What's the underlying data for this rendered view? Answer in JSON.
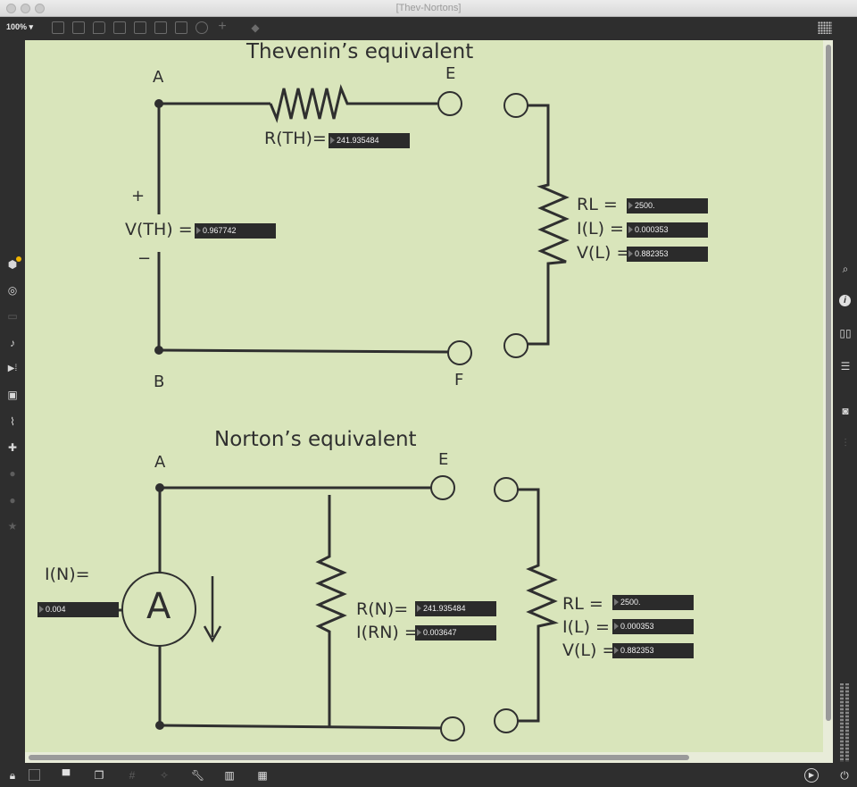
{
  "window": {
    "title": "[Thev-Nortons]"
  },
  "toolbar": {
    "zoom": "100%"
  },
  "thevenin": {
    "title": "Thevenin’s equivalent",
    "node_a": "A",
    "node_b": "B",
    "node_e": "E",
    "node_f": "F",
    "plus": "+",
    "minus": "−",
    "rth_label": "R(TH)=",
    "rth_value": "241.935484",
    "vth_label": "V(TH) =",
    "vth_value": "0.967742",
    "rl_label": "RL =",
    "rl_value": "2500.",
    "il_label": "I(L) =",
    "il_value": "0.000353",
    "vl_label": "V(L) =",
    "vl_value": "0.882353"
  },
  "norton": {
    "title": "Norton’s equivalent",
    "node_a": "A",
    "node_e": "E",
    "ammeter": "A",
    "in_label": "I(N)=",
    "in_value": "0.004",
    "rn_label": "R(N)=",
    "rn_value": "241.935484",
    "irn_label": "I(RN) =",
    "irn_value": "0.003647",
    "rl_label": "RL =",
    "rl_value": "2500.",
    "il_label": "I(L) =",
    "il_value": "0.000353",
    "vl_label": "V(L) =",
    "vl_value": "0.882353"
  },
  "icons": {
    "left": [
      "package-icon",
      "target-icon",
      "presentation-icon",
      "music-note-icon",
      "sequencer-icon",
      "image-icon",
      "paperclip-icon",
      "plug-icon",
      "p-circle-icon",
      "b-circle-icon",
      "star-icon"
    ],
    "right": [
      "search-icon",
      "info-icon",
      "book-icon",
      "list-icon",
      "camera-icon",
      "mixer-icon"
    ],
    "bottom": [
      "lock-icon",
      "edit-icon",
      "presentation-icon",
      "windows-icon",
      "grid-icon",
      "magic-icon",
      "wrench-icon",
      "piano-icon",
      "keyboard-icon",
      "play-circle-icon",
      "power-icon"
    ]
  },
  "colors": {
    "canvas": "#d9e5bb",
    "wire": "#2f2f2f",
    "numbox": "#2b2b2b",
    "chrome": "#2e2e2e"
  }
}
